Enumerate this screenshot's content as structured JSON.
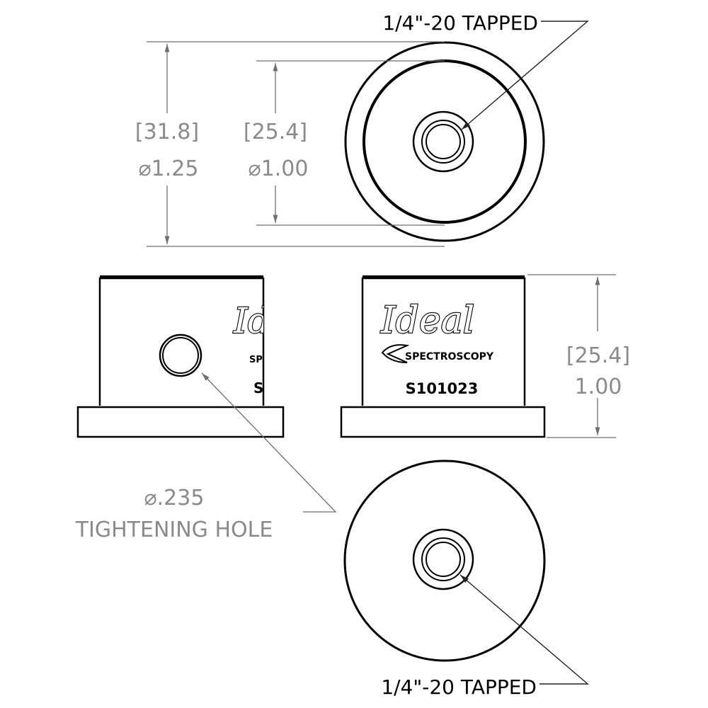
{
  "top_view": {
    "callout": "1/4\"-20 TAPPED"
  },
  "bottom_view": {
    "callout": "1/4\"-20 TAPPED"
  },
  "dim_outer": {
    "metric": "[31.8]",
    "imperial": "⌀1.25"
  },
  "dim_inner": {
    "metric": "[25.4]",
    "imperial": "⌀1.00"
  },
  "dim_height": {
    "metric": "[25.4]",
    "imperial": "1.00"
  },
  "hole_note": {
    "size": "⌀.235",
    "label": "TIGHTENING HOLE"
  },
  "logo": {
    "brand": "Ideal",
    "subtitle": "SPECTROSCOPY",
    "part_number": "S101023",
    "part_number_cut": "S"
  },
  "colors": {
    "line": "#000000",
    "dimension": "#6f6f6f",
    "dimension_text": "#8a8a8a"
  }
}
